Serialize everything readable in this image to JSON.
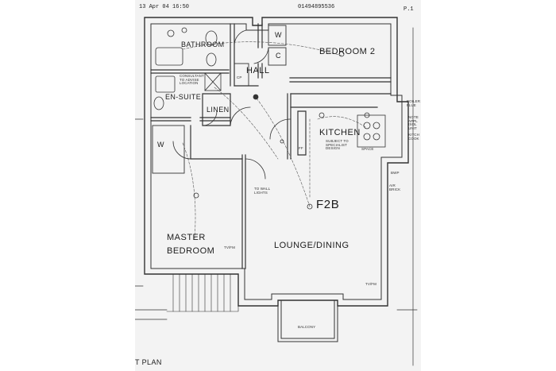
{
  "header": {
    "fax_date": "13 Apr 04 16:50",
    "fax_number": "01494895536",
    "page_marker": "P.1"
  },
  "plan": {
    "unit_code": "F2B",
    "footer_fragment": "T PLAN",
    "rooms": {
      "bathroom": "BATHROOM",
      "bedroom2": "BEDROOM 2",
      "hall": "HALL",
      "en_suite": "EN-SUITE",
      "linen": "LINEN",
      "kitchen": "KITCHEN",
      "master_line1": "MASTER",
      "master_line2": "BEDROOM",
      "lounge": "LOUNGE/DINING",
      "balcony": "BALCONY"
    },
    "fixtures": {
      "wardrobe_w1": "W",
      "cupboard_c": "C",
      "cupboard_cp": "CP",
      "wardrobe_w2": "W",
      "ff": "FF",
      "space": "SPACE"
    },
    "notes": {
      "consultant": "CONSULTANT TO ADVISE LOCATION",
      "specialist": "SUBJECT TO SPECIALIST DESIGN",
      "to_wall_lights": "TO WALL LIGHTS",
      "tv_fm": "TV/FM",
      "tv_fm2": "TV/FM",
      "air_brick": "AIR BRICK",
      "bwp": "BWP",
      "boiler": "BOILER FLUE",
      "note_side": "NOTE APPL ISOL UNIT",
      "cooker": "KITCH COOK"
    }
  }
}
